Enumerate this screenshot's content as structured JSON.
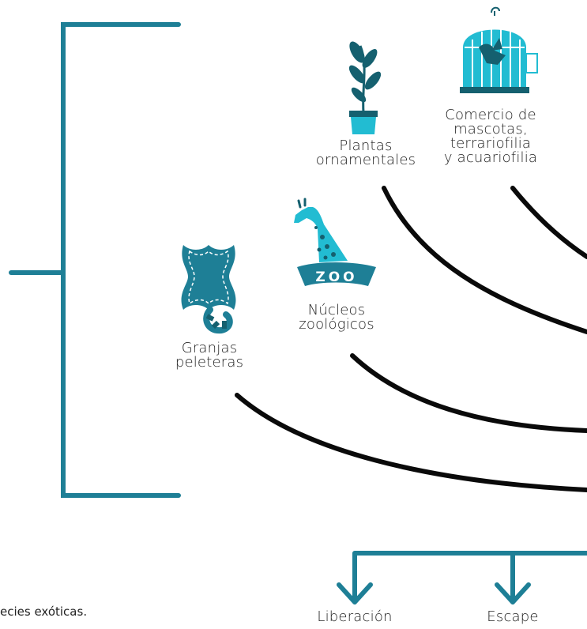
{
  "colors": {
    "teal": "#1e7f96",
    "teal_light": "#22bcd2",
    "teal_dark": "#15606f",
    "black": "#0a0a0a"
  },
  "sources": [
    {
      "id": "plantas",
      "lines": [
        "Plantas",
        "ornamentales"
      ],
      "icon": "potted-plant-icon"
    },
    {
      "id": "mascotas",
      "lines": [
        "Comercio de",
        "mascotas,",
        "terrariofilia",
        "y acuariofilia"
      ],
      "icon": "birdcage-icon"
    },
    {
      "id": "zoo",
      "lines": [
        "Núcleos",
        "zoológicos"
      ],
      "icon": "giraffe-zoo-icon"
    },
    {
      "id": "granjas",
      "lines": [
        "Granjas",
        "peleteras"
      ],
      "icon": "animal-hide-icon"
    }
  ],
  "zoo_sign_text": "ZOO",
  "outcomes": [
    {
      "id": "liberacion",
      "label": "Liberación"
    },
    {
      "id": "escape",
      "label": "Escape"
    }
  ],
  "caption": "ecies exóticas."
}
